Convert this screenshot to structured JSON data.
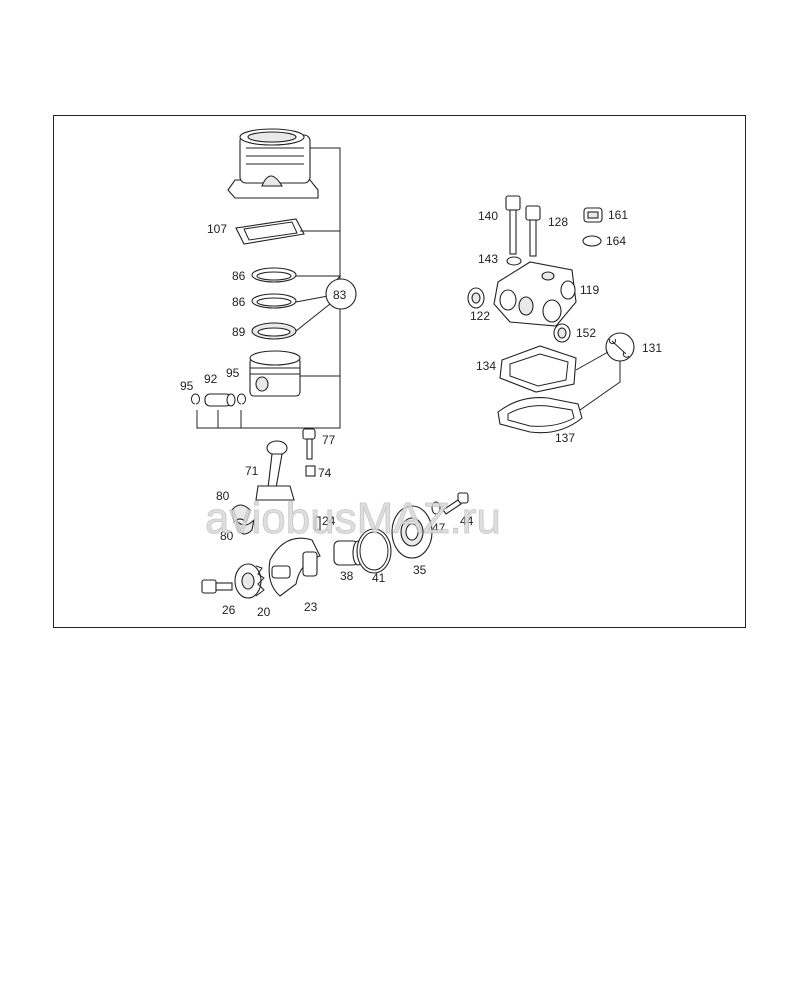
{
  "callouts": {
    "c107": "107",
    "c86a": "86",
    "c86b": "86",
    "c89": "89",
    "c83": "83",
    "c95a": "95",
    "c92": "92",
    "c95b": "95",
    "c77": "77",
    "c74": "74",
    "c71": "71",
    "c80a": "80",
    "c80b": "80",
    "c24": "24",
    "c47": "47",
    "c44": "44",
    "c26": "26",
    "c20": "20",
    "c23": "23",
    "c38": "38",
    "c41": "41",
    "c35": "35",
    "c140": "140",
    "c128": "128",
    "c161": "161",
    "c164": "164",
    "c143": "143",
    "c119": "119",
    "c122": "122",
    "c152": "152",
    "c131": "131",
    "c134": "134",
    "c137": "137"
  },
  "watermark": "aviobusMAZ.ru",
  "icons": {
    "wrench": "wrench-icon"
  }
}
